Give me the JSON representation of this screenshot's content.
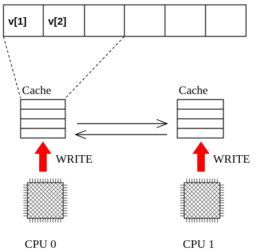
{
  "cache_line": {
    "cells": [
      "v[1]",
      "v[2]",
      "",
      "",
      "",
      ""
    ]
  },
  "cpus": [
    {
      "cache_label": "Cache",
      "write_label": "WRITE",
      "cpu_label": "CPU 0"
    },
    {
      "cache_label": "Cache",
      "write_label": "WRITE",
      "cpu_label": "CPU 1"
    }
  ],
  "colors": {
    "line": "#000000",
    "write_arrow": "#ff0000",
    "chip_body": "#d9d9d9"
  }
}
